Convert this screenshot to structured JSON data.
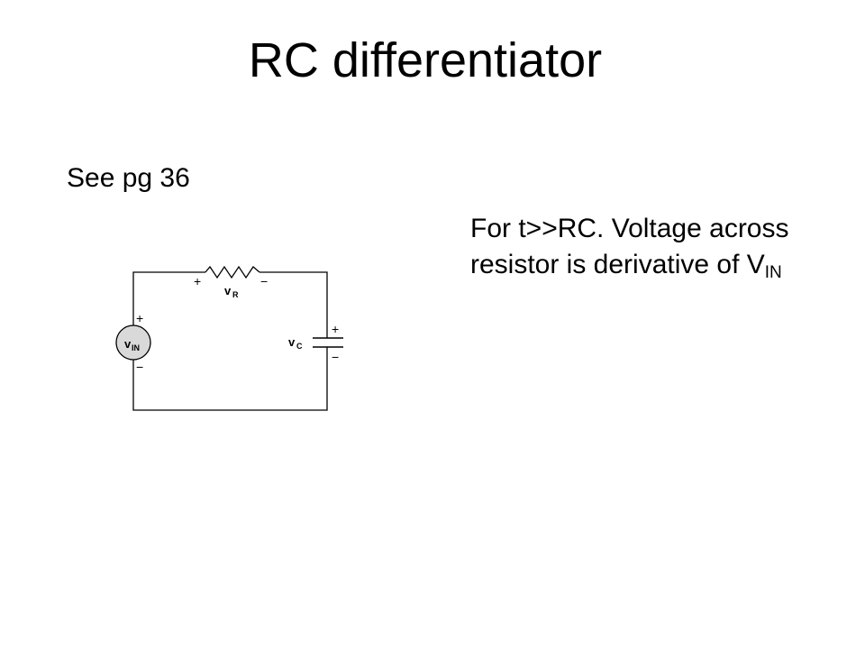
{
  "slide": {
    "title": "RC differentiator",
    "reference": "See pg 36",
    "note": {
      "text": "For t>>RC. Voltage across resistor is derivative of V",
      "subscript": "IN"
    }
  },
  "circuit": {
    "source_label": "v",
    "source_label_sub": "IN",
    "resistor_label": "v",
    "resistor_label_sub": "R",
    "capacitor_label": "v",
    "capacitor_label_sub": "C",
    "plus": "+",
    "minus": "−"
  }
}
